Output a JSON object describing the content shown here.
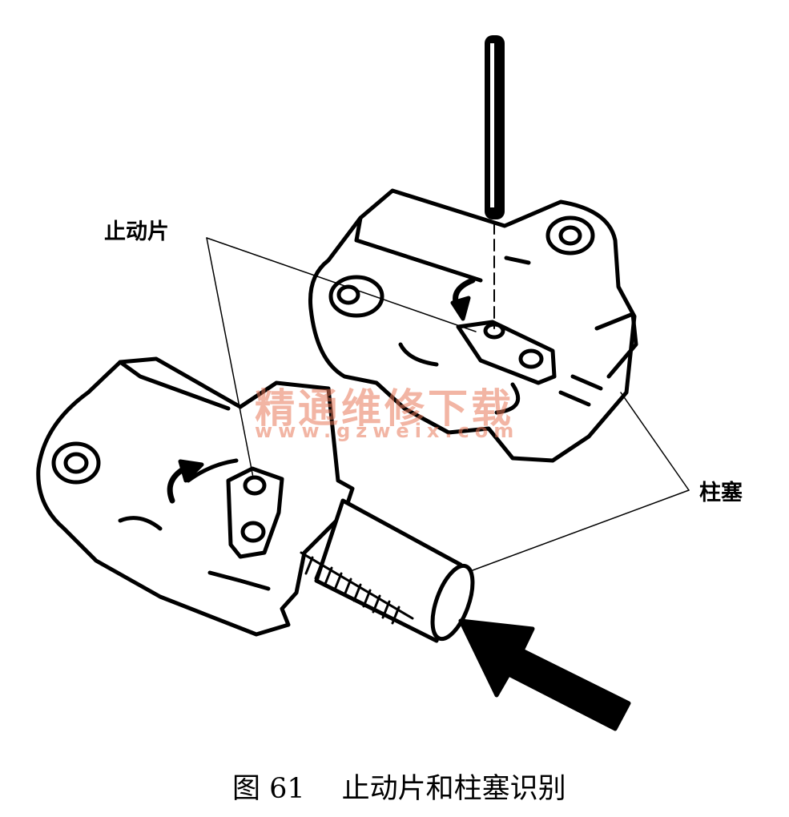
{
  "labels": {
    "stop_plate": "止动片",
    "plunger": "柱塞"
  },
  "caption": {
    "number": "图 61",
    "title": "止动片和柱塞识别"
  },
  "watermark": {
    "cn": "精通维修下载",
    "url": "www.gzweix.com"
  },
  "colors": {
    "ink": "#000000",
    "watermark": "#e8785a"
  },
  "icons": [
    "tensioner-body",
    "locking-pin",
    "plunger",
    "push-arrow",
    "rotation-arrow"
  ]
}
